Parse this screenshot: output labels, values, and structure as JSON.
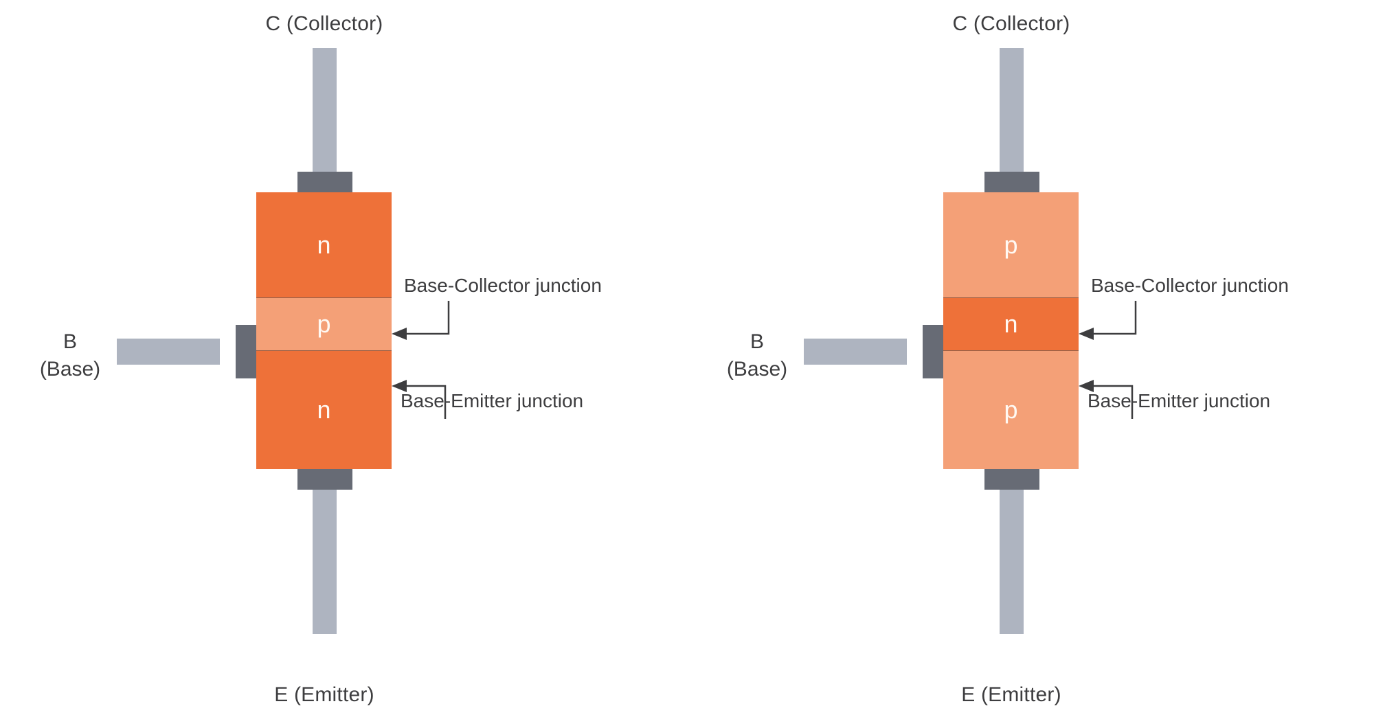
{
  "diagram": {
    "title": "BJT structure comparison",
    "background": "#ffffff",
    "colors": {
      "n_type": "#ee7139",
      "p_type": "#f4a077",
      "lead": "#aeb4c0",
      "contact": "#676b75",
      "text": "#3d3d3f",
      "layer_text": "#fff9f3"
    }
  },
  "labels": {
    "collector": "C (Collector)",
    "emitter": "E (Emitter)",
    "base_line1": "B",
    "base_line2": "(Base)",
    "base_collector_junction": "Base-Collector junction",
    "base_emitter_junction": "Base-Emitter junction"
  },
  "transistors": [
    {
      "id": "npn",
      "position": "left",
      "layers": [
        {
          "region": "collector",
          "type": "n",
          "label": "n",
          "color": "#ee7139"
        },
        {
          "region": "base",
          "type": "p",
          "label": "p",
          "color": "#f4a077"
        },
        {
          "region": "emitter",
          "type": "n",
          "label": "n",
          "color": "#ee7139"
        }
      ]
    },
    {
      "id": "pnp",
      "position": "right",
      "layers": [
        {
          "region": "collector",
          "type": "p",
          "label": "p",
          "color": "#f4a077"
        },
        {
          "region": "base",
          "type": "n",
          "label": "n",
          "color": "#ee7139"
        },
        {
          "region": "emitter",
          "type": "p",
          "label": "p",
          "color": "#f4a077"
        }
      ]
    }
  ]
}
